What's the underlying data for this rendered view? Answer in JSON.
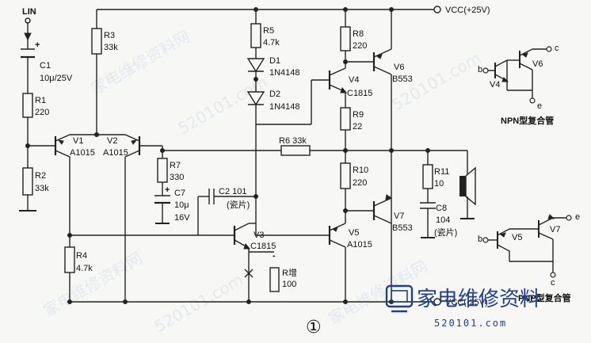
{
  "labels": {
    "lin": "LIN",
    "vcc_pos": "VCC(+25V)",
    "vcc_neg": "VCC(-25V)",
    "c1": "C1",
    "c1_val": "10μ/25V",
    "r1": "R1",
    "r1_val": "220",
    "r2": "R2",
    "r2_val": "33k",
    "r3": "R3",
    "r3_val": "33k",
    "v1": "V1",
    "v1_part": "A1015",
    "v2": "V2",
    "v2_part": "A1015",
    "r4": "R4",
    "r4_val": "4.7k",
    "r5": "R5",
    "r5_val": "4.7k",
    "d1": "D1",
    "d1_part": "1N4148",
    "d2": "D2",
    "d2_part": "1N4148",
    "r7": "R7",
    "r7_val": "330",
    "c7": "C7",
    "c7_val1": "10μ",
    "c7_val2": "16V",
    "c2": "C2  101",
    "c2_note": "(瓷片)",
    "v3": "V3",
    "v3_part": "C1815",
    "r_add": "R增",
    "r_add_val": "100",
    "r8": "R8",
    "r8_val": "220",
    "v4": "V4",
    "v4_part": "C1815",
    "r9": "R9",
    "r9_val": "22",
    "v6": "V6",
    "v6_part": "B553",
    "r6": "R6  33k",
    "r10": "R10",
    "r10_val": "220",
    "r11": "R11",
    "r11_val": "10",
    "c8": "C8",
    "c8_val": "104",
    "c8_note": "(瓷片)",
    "v5": "V5",
    "v5_part": "A1015",
    "v7": "V7",
    "v7_part": "B553",
    "npn_title": "NPN型复合管",
    "pnp_title": "PNP型复合管",
    "npn_b": "b",
    "npn_c": "c",
    "npn_e": "e",
    "npn_v4": "V4",
    "npn_v6": "V6",
    "pnp_b": "b",
    "pnp_c": "c",
    "pnp_e": "e",
    "pnp_v5": "V5",
    "pnp_v7": "V7",
    "minus": "-",
    "figure_number": "①"
  },
  "watermark": {
    "site_cn": "家电维修资料网",
    "site_url": "520101.com",
    "brand_cn": "家电维修资料",
    "brand_url": "520101.com"
  },
  "colors": {
    "ink": "#222222",
    "watermark": "#d6dbe6",
    "brand": "#1f3f8f"
  }
}
